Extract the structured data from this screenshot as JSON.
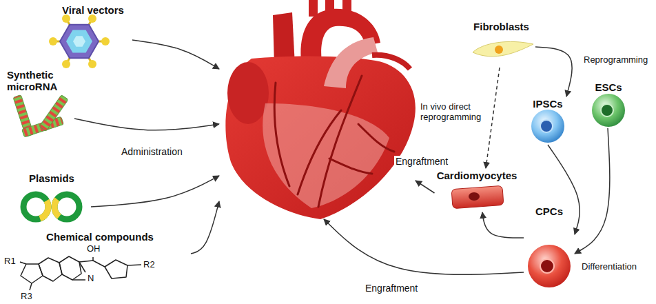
{
  "diagram": {
    "nodes": [
      {
        "text": [
          "Viral vectors"
        ]
      },
      {
        "text": [
          "Synthetic microRNA"
        ]
      },
      {
        "text": [
          "Plasmids"
        ]
      },
      {
        "text": [
          "Chemical compounds"
        ]
      },
      {
        "text": []
      },
      {
        "text": [
          "Fibroblasts"
        ]
      },
      {
        "text": [
          "IPSCs"
        ]
      },
      {
        "text": [
          "ESCs"
        ]
      },
      {
        "text": [
          "Cardiomyocytes"
        ]
      },
      {
        "text": [
          "CPCs"
        ]
      }
    ],
    "edges": [
      {
        "from": 0,
        "to": 4,
        "arrow": "to"
      },
      {
        "from": 1,
        "to": 4,
        "arrow": "to"
      },
      {
        "from": 2,
        "to": 4,
        "arrow": "to"
      },
      {
        "from": 3,
        "to": 4,
        "arrow": "to"
      },
      {
        "from": 5,
        "to": 6,
        "label": "Reprogramming",
        "arrow": "to"
      },
      {
        "from": 5,
        "to": 8,
        "label": "In vivo direct reprogramming",
        "arrow": "to"
      },
      {
        "from": 6,
        "to": 9,
        "arrow": "to"
      },
      {
        "from": 7,
        "to": 9,
        "label": "Differentiation",
        "arrow": "to"
      },
      {
        "from": 9,
        "to": 8,
        "arrow": "to"
      },
      {
        "from": 8,
        "to": 4,
        "label": "Engraftment",
        "arrow": "to"
      },
      {
        "from": 9,
        "to": 4,
        "label": "Engraftment",
        "arrow": "to"
      }
    ],
    "labels": [
      "Administration",
      "OH",
      "R1",
      "R2",
      "R3",
      "N"
    ]
  }
}
